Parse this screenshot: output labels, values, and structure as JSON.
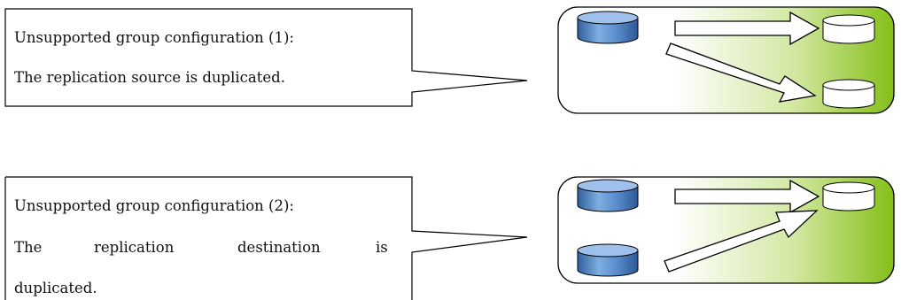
{
  "colors": {
    "panel_gradient_start": "#ffffff",
    "panel_gradient_end": "#8cc21f",
    "source_disk": "#4d7fc0",
    "destination_disk": "#ffffff",
    "outline": "#000000"
  },
  "diagrams": [
    {
      "callout": {
        "lines": [
          "Unsupported group configuration (1):",
          "The replication source is duplicated."
        ]
      },
      "panel": {
        "source_disks": 1,
        "destination_disks": 2,
        "arrows": 2,
        "relation": "one source to two destinations"
      }
    },
    {
      "callout": {
        "lines": [
          "Unsupported group configuration (2):",
          "The",
          "replication",
          "destination",
          "is",
          "duplicated."
        ]
      },
      "panel": {
        "source_disks": 2,
        "destination_disks": 1,
        "arrows": 2,
        "relation": "two sources to one destination"
      }
    }
  ]
}
